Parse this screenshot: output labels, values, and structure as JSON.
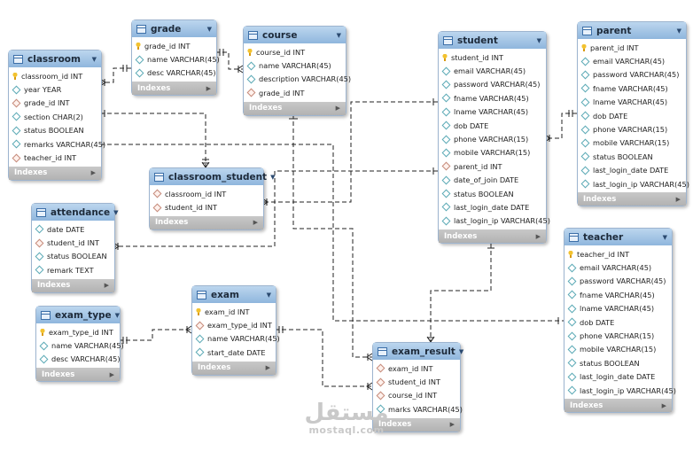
{
  "tables": [
    {
      "id": "classroom",
      "name": "classroom",
      "columns": [
        {
          "label": "classroom_id INT",
          "kind": "pk"
        },
        {
          "label": "year YEAR",
          "kind": "col"
        },
        {
          "label": "grade_id INT",
          "kind": "fk"
        },
        {
          "label": "section CHAR(2)",
          "kind": "col"
        },
        {
          "label": "status BOOLEAN",
          "kind": "col"
        },
        {
          "label": "remarks VARCHAR(45)",
          "kind": "col"
        },
        {
          "label": "teacher_id INT",
          "kind": "fk"
        }
      ]
    },
    {
      "id": "grade",
      "name": "grade",
      "columns": [
        {
          "label": "grade_id INT",
          "kind": "pk"
        },
        {
          "label": "name VARCHAR(45)",
          "kind": "col"
        },
        {
          "label": "desc VARCHAR(45)",
          "kind": "col"
        }
      ]
    },
    {
      "id": "course",
      "name": "course",
      "columns": [
        {
          "label": "course_id INT",
          "kind": "pk"
        },
        {
          "label": "name VARCHAR(45)",
          "kind": "col"
        },
        {
          "label": "description VARCHAR(45)",
          "kind": "col"
        },
        {
          "label": "grade_id INT",
          "kind": "fk"
        }
      ]
    },
    {
      "id": "student",
      "name": "student",
      "columns": [
        {
          "label": "student_id INT",
          "kind": "pk"
        },
        {
          "label": "email VARCHAR(45)",
          "kind": "col"
        },
        {
          "label": "password VARCHAR(45)",
          "kind": "col"
        },
        {
          "label": "fname VARCHAR(45)",
          "kind": "col"
        },
        {
          "label": "lname VARCHAR(45)",
          "kind": "col"
        },
        {
          "label": "dob DATE",
          "kind": "col"
        },
        {
          "label": "phone VARCHAR(15)",
          "kind": "col"
        },
        {
          "label": "mobile VARCHAR(15)",
          "kind": "col"
        },
        {
          "label": "parent_id INT",
          "kind": "fk"
        },
        {
          "label": "date_of_join DATE",
          "kind": "col"
        },
        {
          "label": "status BOOLEAN",
          "kind": "col"
        },
        {
          "label": "last_login_date DATE",
          "kind": "col"
        },
        {
          "label": "last_login_ip VARCHAR(45)",
          "kind": "col"
        }
      ]
    },
    {
      "id": "parent",
      "name": "parent",
      "columns": [
        {
          "label": "parent_id INT",
          "kind": "pk"
        },
        {
          "label": "email VARCHAR(45)",
          "kind": "col"
        },
        {
          "label": "password VARCHAR(45)",
          "kind": "col"
        },
        {
          "label": "fname VARCHAR(45)",
          "kind": "col"
        },
        {
          "label": "lname VARCHAR(45)",
          "kind": "col"
        },
        {
          "label": "dob DATE",
          "kind": "col"
        },
        {
          "label": "phone VARCHAR(15)",
          "kind": "col"
        },
        {
          "label": "mobile VARCHAR(15)",
          "kind": "col"
        },
        {
          "label": "status BOOLEAN",
          "kind": "col"
        },
        {
          "label": "last_login_date DATE",
          "kind": "col"
        },
        {
          "label": "last_login_ip VARCHAR(45)",
          "kind": "col"
        }
      ]
    },
    {
      "id": "classroom_student",
      "name": "classroom_student",
      "columns": [
        {
          "label": "classroom_id INT",
          "kind": "fk"
        },
        {
          "label": "student_id INT",
          "kind": "fk"
        }
      ]
    },
    {
      "id": "attendance",
      "name": "attendance",
      "columns": [
        {
          "label": "date DATE",
          "kind": "col"
        },
        {
          "label": "student_id INT",
          "kind": "fk"
        },
        {
          "label": "status BOOLEAN",
          "kind": "col"
        },
        {
          "label": "remark TEXT",
          "kind": "col"
        }
      ]
    },
    {
      "id": "teacher",
      "name": "teacher",
      "columns": [
        {
          "label": "teacher_id INT",
          "kind": "pk"
        },
        {
          "label": "email VARCHAR(45)",
          "kind": "col"
        },
        {
          "label": "password VARCHAR(45)",
          "kind": "col"
        },
        {
          "label": "fname VARCHAR(45)",
          "kind": "col"
        },
        {
          "label": "lname VARCHAR(45)",
          "kind": "col"
        },
        {
          "label": "dob DATE",
          "kind": "col"
        },
        {
          "label": "phone VARCHAR(15)",
          "kind": "col"
        },
        {
          "label": "mobile VARCHAR(15)",
          "kind": "col"
        },
        {
          "label": "status BOOLEAN",
          "kind": "col"
        },
        {
          "label": "last_login_date DATE",
          "kind": "col"
        },
        {
          "label": "last_login_ip VARCHAR(45)",
          "kind": "col"
        }
      ]
    },
    {
      "id": "exam_type",
      "name": "exam_type",
      "columns": [
        {
          "label": "exam_type_id INT",
          "kind": "pk"
        },
        {
          "label": "name VARCHAR(45)",
          "kind": "col"
        },
        {
          "label": "desc VARCHAR(45)",
          "kind": "col"
        }
      ]
    },
    {
      "id": "exam",
      "name": "exam",
      "columns": [
        {
          "label": "exam_id INT",
          "kind": "pk"
        },
        {
          "label": "exam_type_id INT",
          "kind": "fk"
        },
        {
          "label": "name VARCHAR(45)",
          "kind": "col"
        },
        {
          "label": "start_date DATE",
          "kind": "col"
        }
      ]
    },
    {
      "id": "exam_result",
      "name": "exam_result",
      "columns": [
        {
          "label": "exam_id INT",
          "kind": "fk"
        },
        {
          "label": "student_id INT",
          "kind": "fk"
        },
        {
          "label": "course_id INT",
          "kind": "fk"
        },
        {
          "label": "marks VARCHAR(45)",
          "kind": "col"
        }
      ]
    }
  ],
  "indexes_label": "Indexes",
  "watermark": {
    "arabic": "مستقل",
    "latin": "mostaql.com"
  },
  "colors": {
    "header": "#8fb6dd",
    "line": "#222222",
    "footer": "#b8b8b8"
  }
}
